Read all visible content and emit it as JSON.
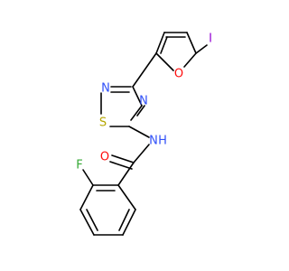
{
  "atoms": [
    {
      "id": "a-I",
      "label": "I",
      "color": "#9400d3"
    },
    {
      "id": "a-O1",
      "label": "O",
      "color": "#ff0d0d"
    },
    {
      "id": "a-N2",
      "label": "N",
      "color": "#3050f8"
    },
    {
      "id": "a-S",
      "label": "S",
      "color": "#b5a600"
    },
    {
      "id": "a-N4",
      "label": "N",
      "color": "#3050f8"
    },
    {
      "id": "a-O2",
      "label": "O",
      "color": "#ff0d0d"
    },
    {
      "id": "a-NH",
      "label": "N",
      "color": "#3050f8"
    },
    {
      "id": "a-H",
      "label": "H",
      "color": "#3050f8"
    },
    {
      "id": "a-F",
      "label": "F",
      "color": "#33a833"
    }
  ]
}
